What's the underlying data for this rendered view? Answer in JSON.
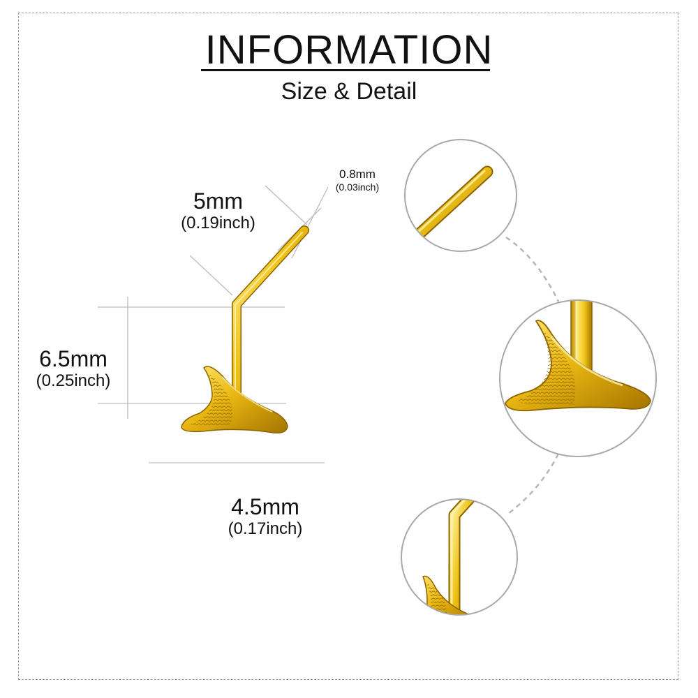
{
  "header": {
    "title": "INFORMATION",
    "subtitle": "Size & Detail"
  },
  "dimensions": {
    "length": {
      "mm": "5mm",
      "inch": "(0.19inch)"
    },
    "thickness": {
      "mm": "0.8mm",
      "inch": "(0.03inch)"
    },
    "height": {
      "mm": "6.5mm",
      "inch": "(0.25inch)"
    },
    "width": {
      "mm": "4.5mm",
      "inch": "(0.17inch)"
    }
  },
  "colors": {
    "gold": "#e8b90a",
    "gold_light": "#ffe566",
    "gold_dark": "#b07f00",
    "guide_line": "#bdbdbd",
    "circle_border": "#a8a8a8",
    "frame": "#9a9a9a"
  }
}
